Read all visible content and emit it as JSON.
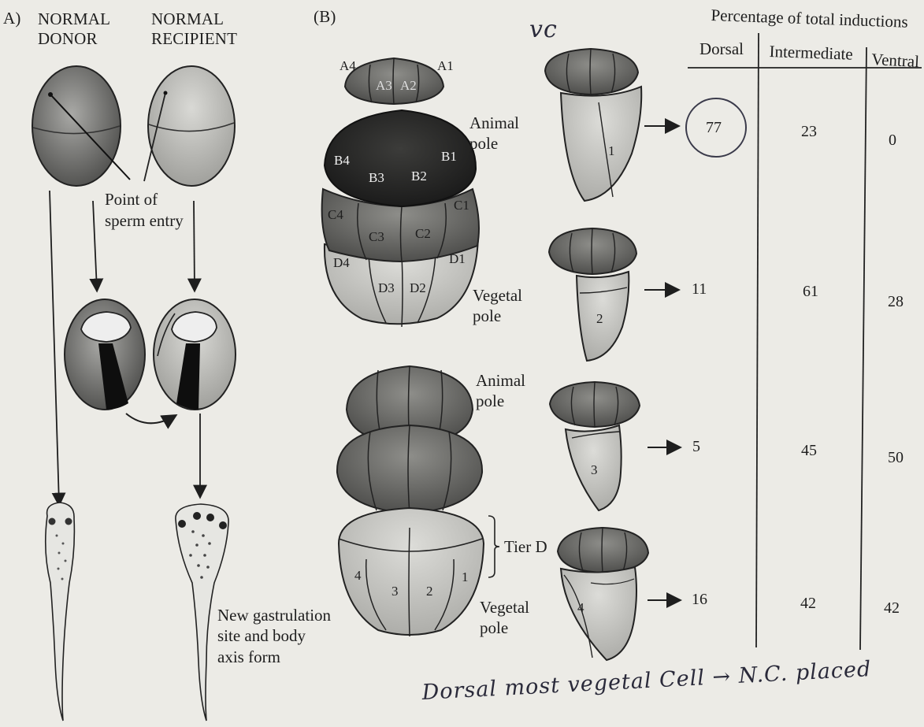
{
  "panel_a": {
    "label": "A)",
    "donor_title": "NORMAL\nDONOR",
    "recipient_title": "NORMAL\nRECIPIENT",
    "sperm_entry_label": "Point of\nsperm entry",
    "gastrulation_label": "New gastrulation\nsite and body\naxis form"
  },
  "panel_b": {
    "label": "(B)",
    "top_embryo": {
      "a_labels": [
        "A4",
        "A1",
        "A3",
        "A2"
      ],
      "b_labels": [
        "B4",
        "B1",
        "B3",
        "B2"
      ],
      "c_labels": [
        "C4",
        "C1",
        "C3",
        "C2"
      ],
      "d_labels": [
        "D4",
        "D1",
        "D3",
        "D2"
      ],
      "animal_pole": "Animal\npole",
      "vegetal_pole": "Vegetal\npole"
    },
    "bottom_embryo": {
      "animal_pole": "Animal\npole",
      "tier_label": "Tier D",
      "tier_numbers": [
        "4",
        "3",
        "2",
        "1"
      ],
      "vegetal_pole": "Vegetal\npole"
    }
  },
  "table": {
    "title": "Percentage of total inductions",
    "columns": [
      "Dorsal",
      "Intermediate",
      "Ventral"
    ],
    "rows": [
      {
        "cell": "1",
        "dorsal": "77",
        "intermediate": "23",
        "ventral": "0"
      },
      {
        "cell": "2",
        "dorsal": "11",
        "intermediate": "61",
        "ventral": "28"
      },
      {
        "cell": "3",
        "dorsal": "5",
        "intermediate": "45",
        "ventral": "50"
      },
      {
        "cell": "4",
        "dorsal": "16",
        "intermediate": "42",
        "ventral": "42"
      }
    ]
  },
  "annotations": {
    "top_scribble": "vc",
    "bottom_note": "Dorsal most vegetal Cell → N.C. placed"
  }
}
